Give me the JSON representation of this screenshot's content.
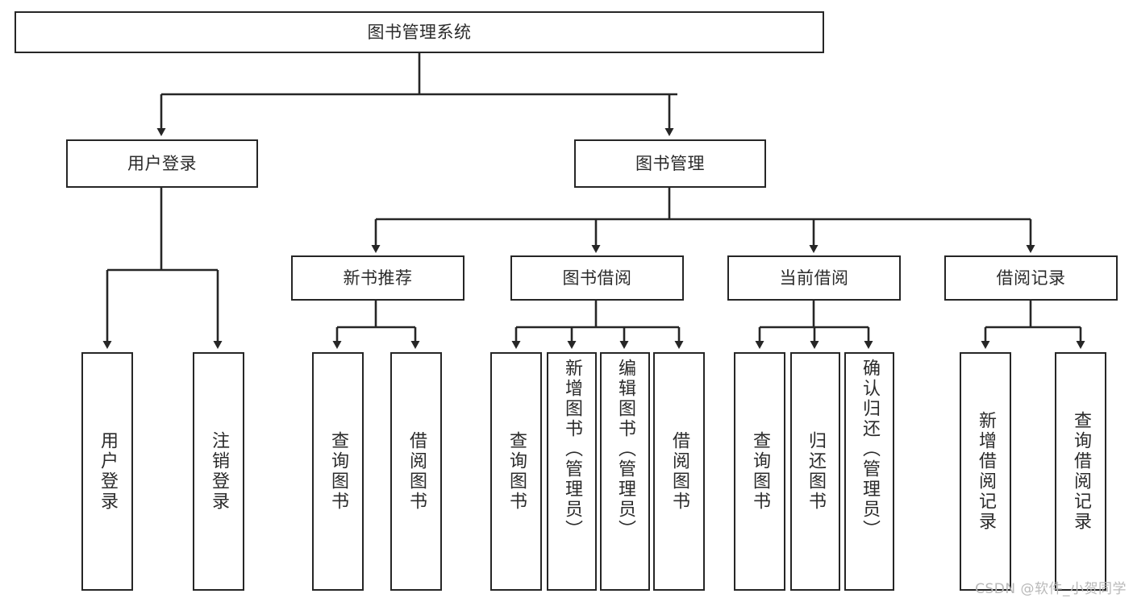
{
  "diagram": {
    "type": "tree",
    "title": "图书管理系统",
    "watermark": "CSDN @软件_小贺同学",
    "colors": {
      "stroke": "#262626",
      "fill": "#ffffff",
      "text": "#2b2b2b",
      "watermark": "#b9b9b9"
    },
    "root": {
      "label": "图书管理系统"
    },
    "level2": [
      {
        "label": "用户登录"
      },
      {
        "label": "图书管理"
      }
    ],
    "level3": [
      {
        "label": "新书推荐"
      },
      {
        "label": "图书借阅"
      },
      {
        "label": "当前借阅"
      },
      {
        "label": "借阅记录"
      }
    ],
    "leaves": {
      "user_login": [
        {
          "label": "用户登录"
        },
        {
          "label": "注销登录"
        }
      ],
      "new_books": [
        {
          "label": "查询图书"
        },
        {
          "label": "借阅图书"
        }
      ],
      "borrow_books": [
        {
          "label": "查询图书"
        },
        {
          "label": "新增图书（管理员）"
        },
        {
          "label": "编辑图书（管理员）"
        },
        {
          "label": "借阅图书"
        }
      ],
      "current_borrow": [
        {
          "label": "查询图书"
        },
        {
          "label": "归还图书"
        },
        {
          "label": "确认归还（管理员）"
        }
      ],
      "borrow_records": [
        {
          "label": "新增借阅记录"
        },
        {
          "label": "查询借阅记录"
        }
      ]
    }
  }
}
